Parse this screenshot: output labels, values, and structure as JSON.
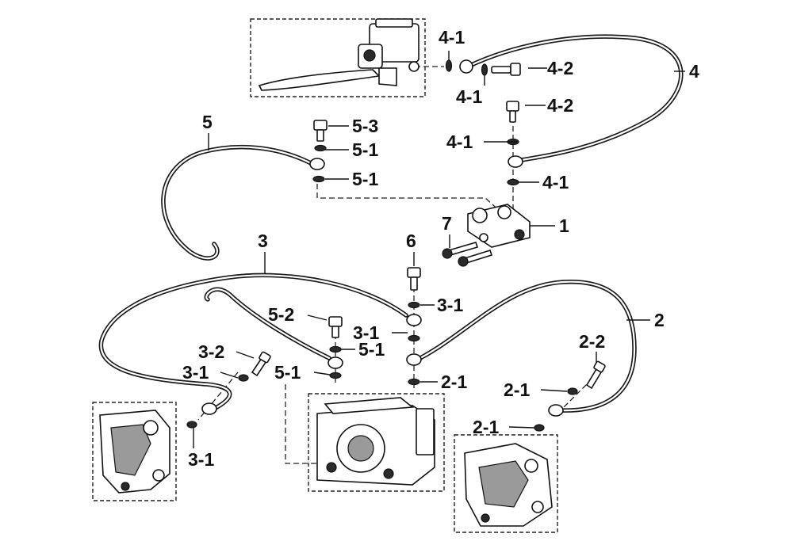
{
  "labels": {
    "l1": "1",
    "l2": "2",
    "l3": "3",
    "l4": "4",
    "l5": "5",
    "l6": "6",
    "l7": "7",
    "l2_1a": "2-1",
    "l2_1b": "2-1",
    "l2_1c": "2-1",
    "l2_2": "2-2",
    "l3_1a": "3-1",
    "l3_1b": "3-1",
    "l3_1c": "3-1",
    "l3_1d": "3-1",
    "l3_2": "3-2",
    "l4_1a": "4-1",
    "l4_1b": "4-1",
    "l4_1c": "4-1",
    "l4_1d": "4-1",
    "l4_2a": "4-2",
    "l4_2b": "4-2",
    "l5_1a": "5-1",
    "l5_1b": "5-1",
    "l5_1c": "5-1",
    "l5_1d": "5-1",
    "l5_2": "5-2",
    "l5_3": "5-3"
  }
}
